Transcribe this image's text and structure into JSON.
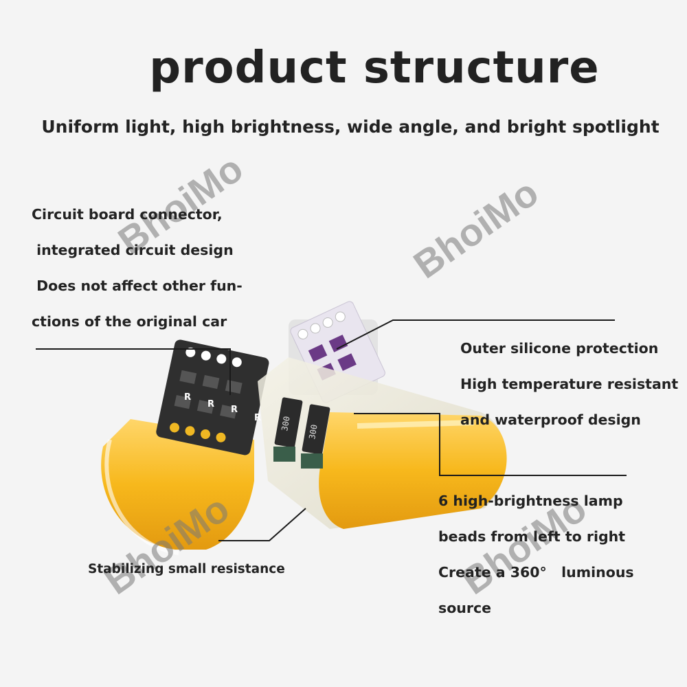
{
  "title": "product structure",
  "subtitle": "Uniform light, high brightness, wide angle, and bright spotlight",
  "watermark": "BhoiMo",
  "callouts": {
    "circuit": [
      "Circuit board connector,",
      " integrated circuit design",
      " Does not affect other fun-",
      "ctions of the original car"
    ],
    "silicone": [
      "Outer silicone protection",
      "High temperature resistant",
      "and waterproof design"
    ],
    "lamp": [
      "6 high-brightness lamp",
      "beads from left to right",
      "Create a 360°   luminous",
      "source"
    ],
    "resistance": "Stabilizing small resistance"
  },
  "chip_markings": [
    "300",
    "300"
  ],
  "board_letters": [
    "R",
    "R",
    "R",
    "R"
  ],
  "colors": {
    "bulb_yellow": "#f5b820",
    "board_dark": "#2a2a2a",
    "board_light": "#e8e6ea",
    "text": "#222222",
    "background": "#f4f4f4"
  }
}
